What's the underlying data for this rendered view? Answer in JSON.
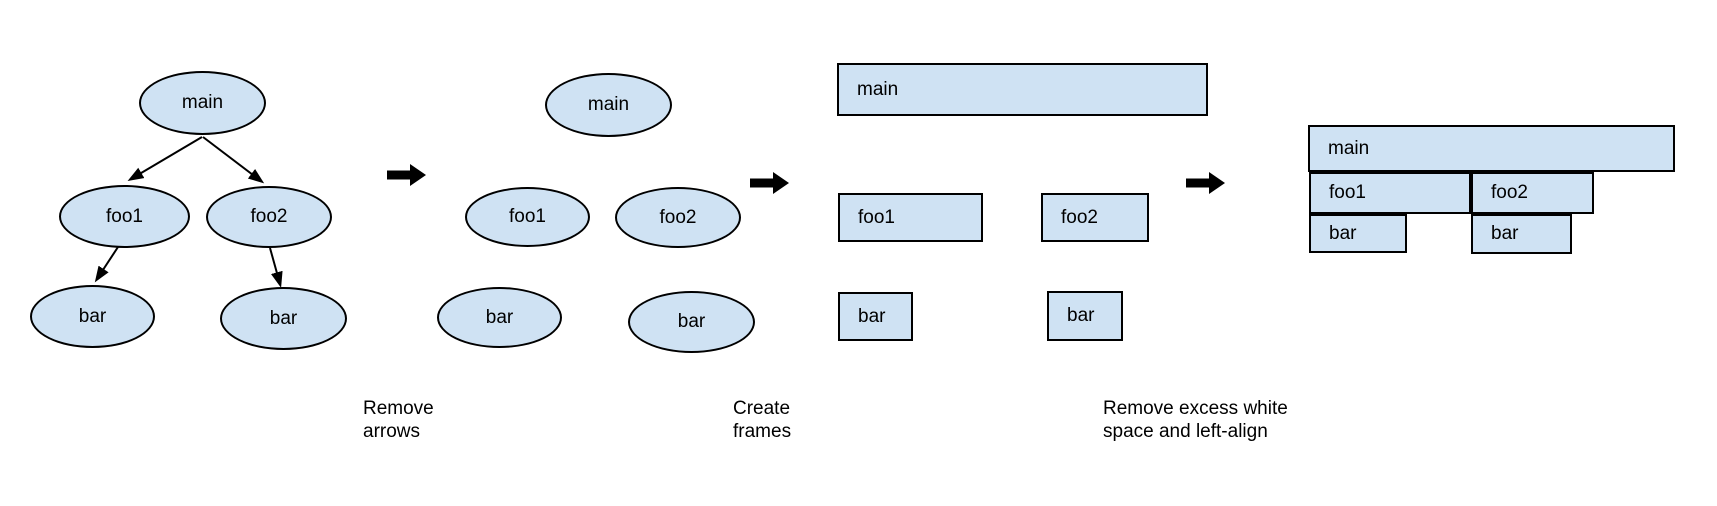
{
  "colors": {
    "background": "#ffffff",
    "node_fill": "#cfe2f3",
    "node_border": "#000000",
    "arrow": "#000000"
  },
  "stages": [
    {
      "id": "call-tree-with-arrows",
      "nodes": [
        {
          "label": "main"
        },
        {
          "label": "foo1"
        },
        {
          "label": "foo2"
        },
        {
          "label": "bar"
        },
        {
          "label": "bar"
        }
      ]
    },
    {
      "id": "tree-arrows-removed",
      "nodes": [
        {
          "label": "main"
        },
        {
          "label": "foo1"
        },
        {
          "label": "foo2"
        },
        {
          "label": "bar"
        },
        {
          "label": "bar"
        }
      ]
    },
    {
      "id": "frames",
      "nodes": [
        {
          "label": "main"
        },
        {
          "label": "foo1"
        },
        {
          "label": "foo2"
        },
        {
          "label": "bar"
        },
        {
          "label": "bar"
        }
      ]
    },
    {
      "id": "flame-graph-left-aligned",
      "nodes": [
        {
          "label": "main"
        },
        {
          "label": "foo1"
        },
        {
          "label": "foo2"
        },
        {
          "label": "bar"
        },
        {
          "label": "bar"
        }
      ]
    }
  ],
  "captions": [
    {
      "lines": [
        "Remove",
        "arrows"
      ]
    },
    {
      "lines": [
        "Create",
        "frames"
      ]
    },
    {
      "lines": [
        "Remove excess white",
        "space and left-align"
      ]
    }
  ]
}
